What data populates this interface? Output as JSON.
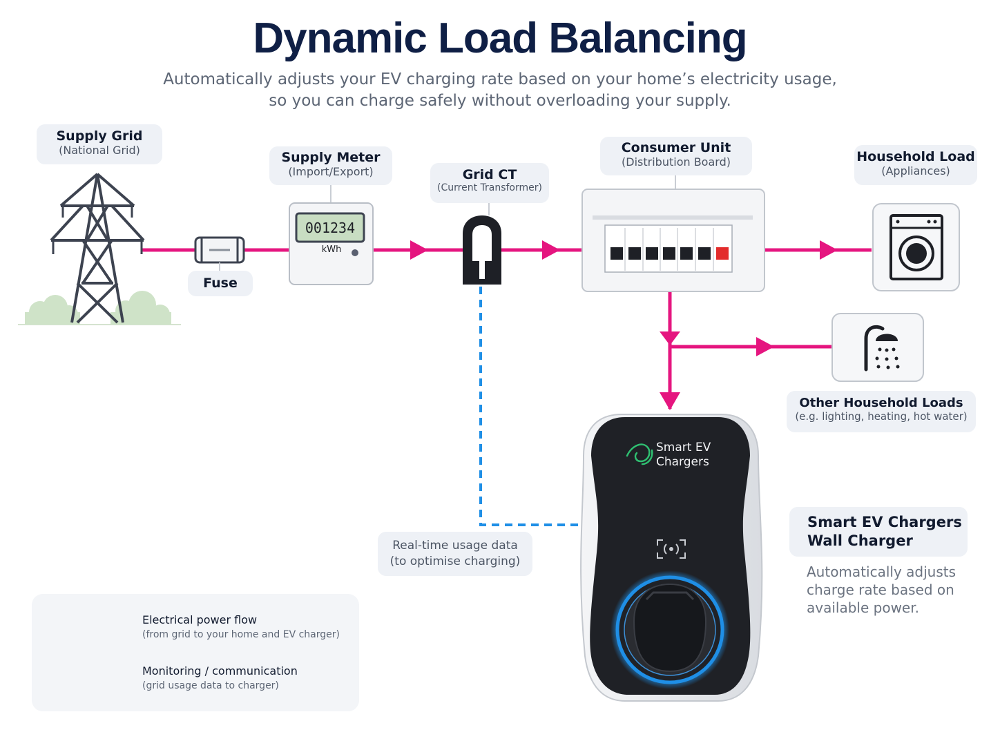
{
  "title": "Dynamic Load Balancing",
  "subtitle": {
    "line1": "Automatically adjusts your EV charging rate based on your home’s electricity usage,",
    "line2": "so you can charge safely without overloading your supply."
  },
  "nodes": {
    "supply_grid": {
      "title": "Supply Grid",
      "subtitle": "(National Grid)"
    },
    "fuse": {
      "title": "Fuse"
    },
    "supply_meter": {
      "title": "Supply Meter",
      "subtitle": "(Import/Export)",
      "reading": "001234",
      "unit": "kWh"
    },
    "grid_ct": {
      "title": "Grid CT",
      "subtitle": "(Current Transformer)"
    },
    "consumer_unit": {
      "title": "Consumer Unit",
      "subtitle": "(Distribution Board)"
    },
    "household_load": {
      "title": "Household Load",
      "subtitle": "(Appliances)"
    },
    "other_loads": {
      "title": "Other Household Loads",
      "subtitle": "(e.g. lighting, heating, hot water)"
    },
    "charger": {
      "brand_line1": "Smart EV",
      "brand_line2": "Chargers",
      "title_line1": "Smart EV Chargers",
      "title_line2": "Wall Charger",
      "description": "Automatically adjusts charge rate based on available power."
    }
  },
  "usage_data": {
    "line1": "Real-time usage data",
    "line2": "(to optimise charging)"
  },
  "legend": {
    "power_title": "Electrical power flow",
    "power_sub": "(from grid to your home and EV charger)",
    "comm_title": "Monitoring / communication",
    "comm_sub": "(grid usage data to charger)"
  },
  "colors": {
    "power": "#e5157f",
    "communication": "#1f8fe6",
    "title": "#0f1f45",
    "charger_ring": "#1f8fe6",
    "brand_icon": "#2fbf71"
  }
}
